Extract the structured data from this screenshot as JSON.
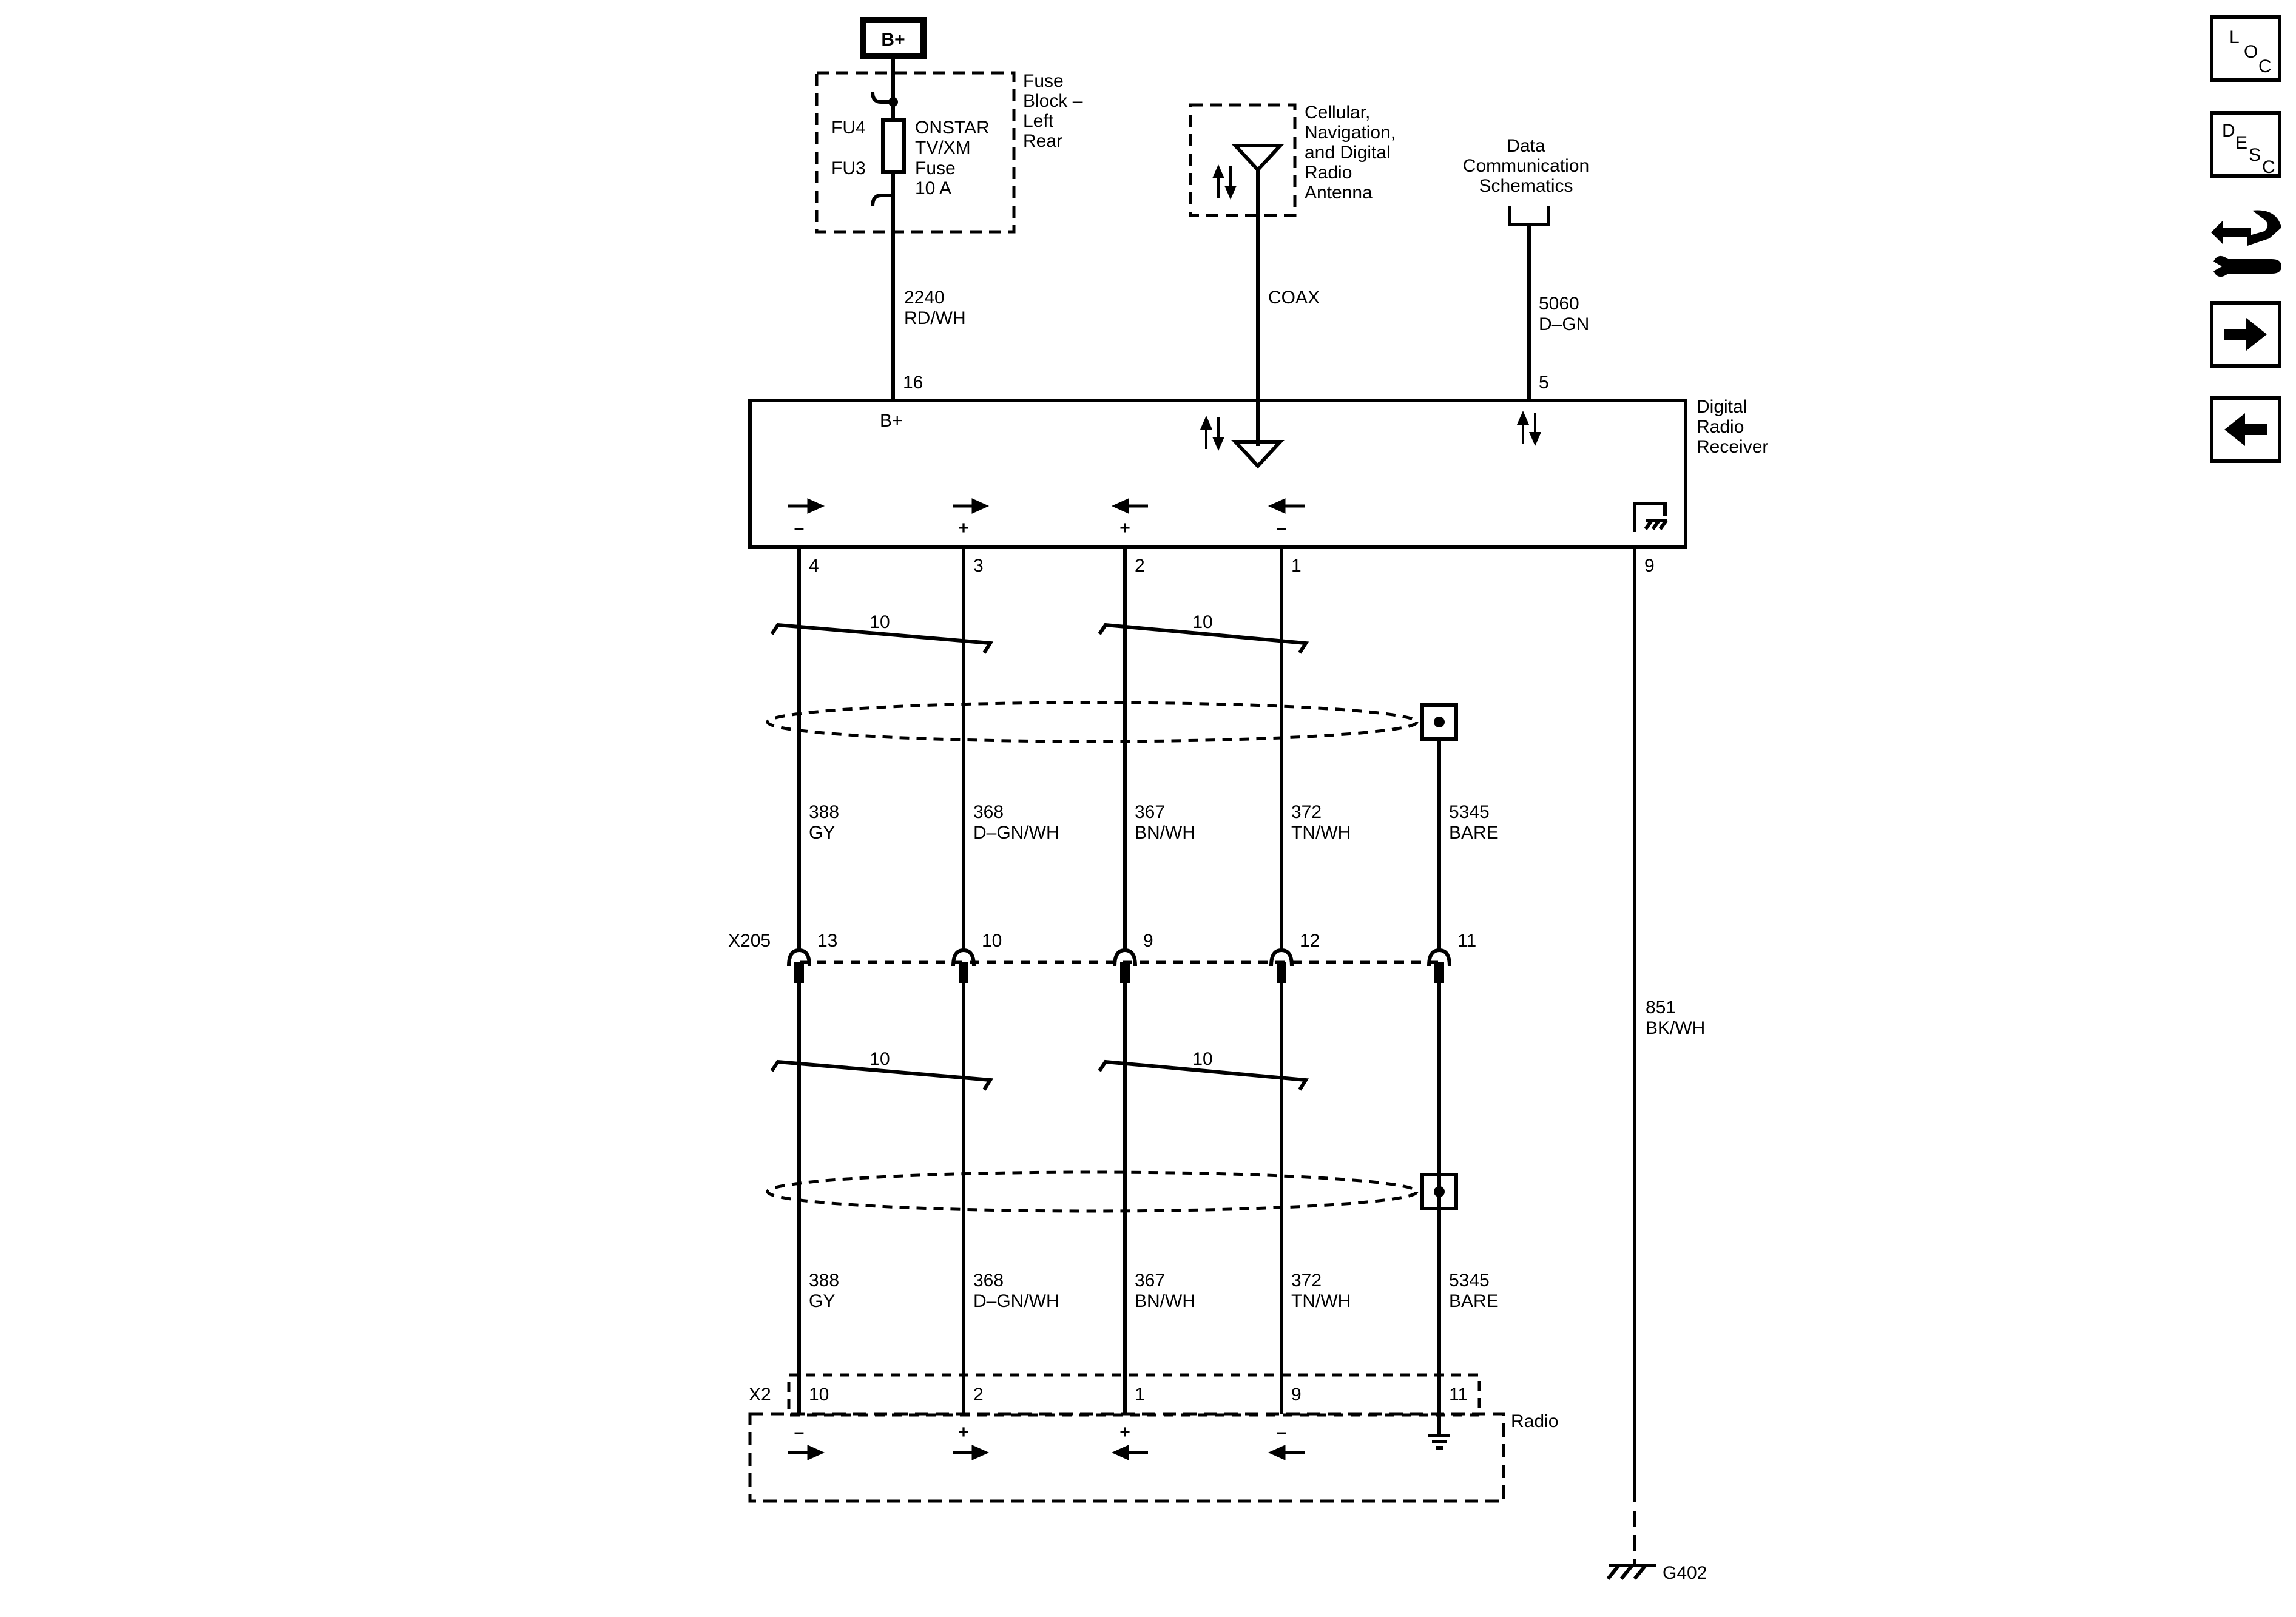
{
  "source": {
    "battery_label": "B+",
    "fuse_block_label": [
      "Fuse",
      "Block –",
      "Left",
      "Rear"
    ],
    "fuse_fu4": "FU4",
    "fuse_fu3": "FU3",
    "fuse_name": [
      "ONSTAR",
      "TV/XM",
      "Fuse",
      "10 A"
    ]
  },
  "antenna": {
    "label": [
      "Cellular,",
      "Navigation,",
      "and Digital",
      "Radio",
      "Antenna"
    ],
    "coax_label": "COAX"
  },
  "data_comm": {
    "label": [
      "Data",
      "Communication",
      "Schematics"
    ],
    "circuit": "5060",
    "color": "D–GN",
    "pin": "5"
  },
  "power_wire": {
    "circuit": "2240",
    "color": "RD/WH",
    "pin": "16",
    "terminal_label": "B+"
  },
  "receiver": {
    "label": [
      "Digital",
      "Radio",
      "Receiver"
    ],
    "pins": [
      {
        "num": "4",
        "sign": "–"
      },
      {
        "num": "3",
        "sign": "+"
      },
      {
        "num": "2",
        "sign": "+"
      },
      {
        "num": "1",
        "sign": "–"
      }
    ],
    "ground_pin": "9"
  },
  "twist_label": "10",
  "wires_upper": [
    {
      "circuit": "388",
      "color": "GY"
    },
    {
      "circuit": "368",
      "color": "D–GN/WH"
    },
    {
      "circuit": "367",
      "color": "BN/WH"
    },
    {
      "circuit": "372",
      "color": "TN/WH"
    },
    {
      "circuit": "5345",
      "color": "BARE"
    }
  ],
  "connector_x205": {
    "name": "X205",
    "pins": [
      "13",
      "10",
      "9",
      "12",
      "11"
    ]
  },
  "wires_lower": [
    {
      "circuit": "388",
      "color": "GY"
    },
    {
      "circuit": "368",
      "color": "D–GN/WH"
    },
    {
      "circuit": "367",
      "color": "BN/WH"
    },
    {
      "circuit": "372",
      "color": "TN/WH"
    },
    {
      "circuit": "5345",
      "color": "BARE"
    }
  ],
  "ground_wire": {
    "circuit": "851",
    "color": "BK/WH",
    "ground_name": "G402"
  },
  "radio": {
    "label": "Radio",
    "connector": "X2",
    "pins": [
      "10",
      "2",
      "1",
      "9",
      "11"
    ],
    "signs": [
      "–",
      "+",
      "+",
      "–"
    ]
  },
  "nav": {
    "loc_letters": [
      "L",
      "O",
      "C"
    ],
    "desc_letters": [
      "D",
      "E",
      "S",
      "C"
    ],
    "next_icon": "right-arrow-icon",
    "prev_icon": "left-arrow-icon",
    "tool_icon": "wrench-arrows-icon"
  }
}
